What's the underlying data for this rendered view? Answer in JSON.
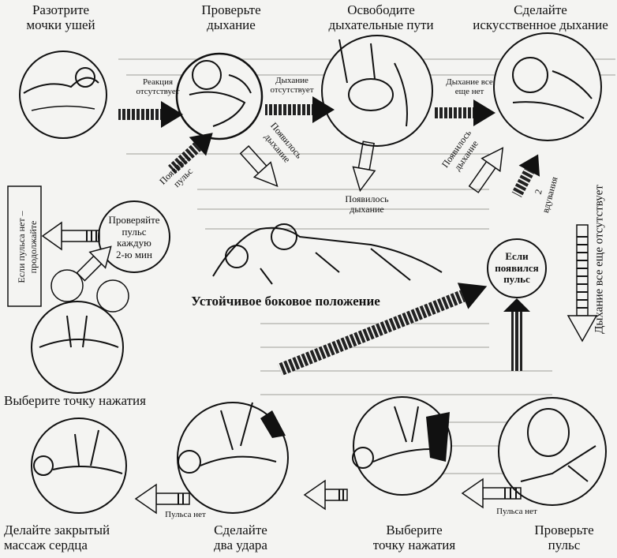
{
  "steps": {
    "rub_ears": [
      "Разотрите",
      "мочки ушей"
    ],
    "check_breathing": [
      "Проверьте",
      "дыхание"
    ],
    "free_airways": [
      "Освободите",
      "дыхательные пути"
    ],
    "artificial_breathing": [
      "Сделайте",
      "искусственное дыхание"
    ],
    "check_pulse_2min": [
      "Проверяйте",
      "пульс",
      "каждую",
      "2-ю мин"
    ],
    "if_pulse": [
      "Если",
      "появился",
      "пульс"
    ],
    "recovery_position": "Устойчивое боковое положение",
    "choose_point_left": "Выберите точку нажатия",
    "chest_compression": [
      "Делайте закрытый",
      "массаж сердца"
    ],
    "two_strikes": [
      "Сделайте",
      "два удара"
    ],
    "choose_point_mid": [
      "Выберите",
      "точку нажатия"
    ],
    "check_pulse": [
      "Проверьте",
      "пульс"
    ]
  },
  "arrow_labels": {
    "no_reaction": [
      "Реакция",
      "отсутствует"
    ],
    "no_breathing": [
      "Дыхание",
      "отсутствует"
    ],
    "still_no_breathing": [
      "Дыхание все",
      "еще нет"
    ],
    "pulse_appeared": [
      "Появился",
      "пульс"
    ],
    "breathing_appeared_1": [
      "Появилось",
      "дыхание"
    ],
    "breathing_appeared_2": [
      "Появилось",
      "дыхание"
    ],
    "breathing_appeared_3": [
      "Появилось",
      "дыхание"
    ],
    "two_breaths": [
      "2",
      "вдувания"
    ],
    "still_absent_vertical": "Дыхание все еще отсутствует",
    "no_pulse_box": [
      "Если пульса нет –",
      "продолжайте"
    ],
    "no_pulse_1": "Пульса нет",
    "no_pulse_2": "Пульса нет"
  }
}
